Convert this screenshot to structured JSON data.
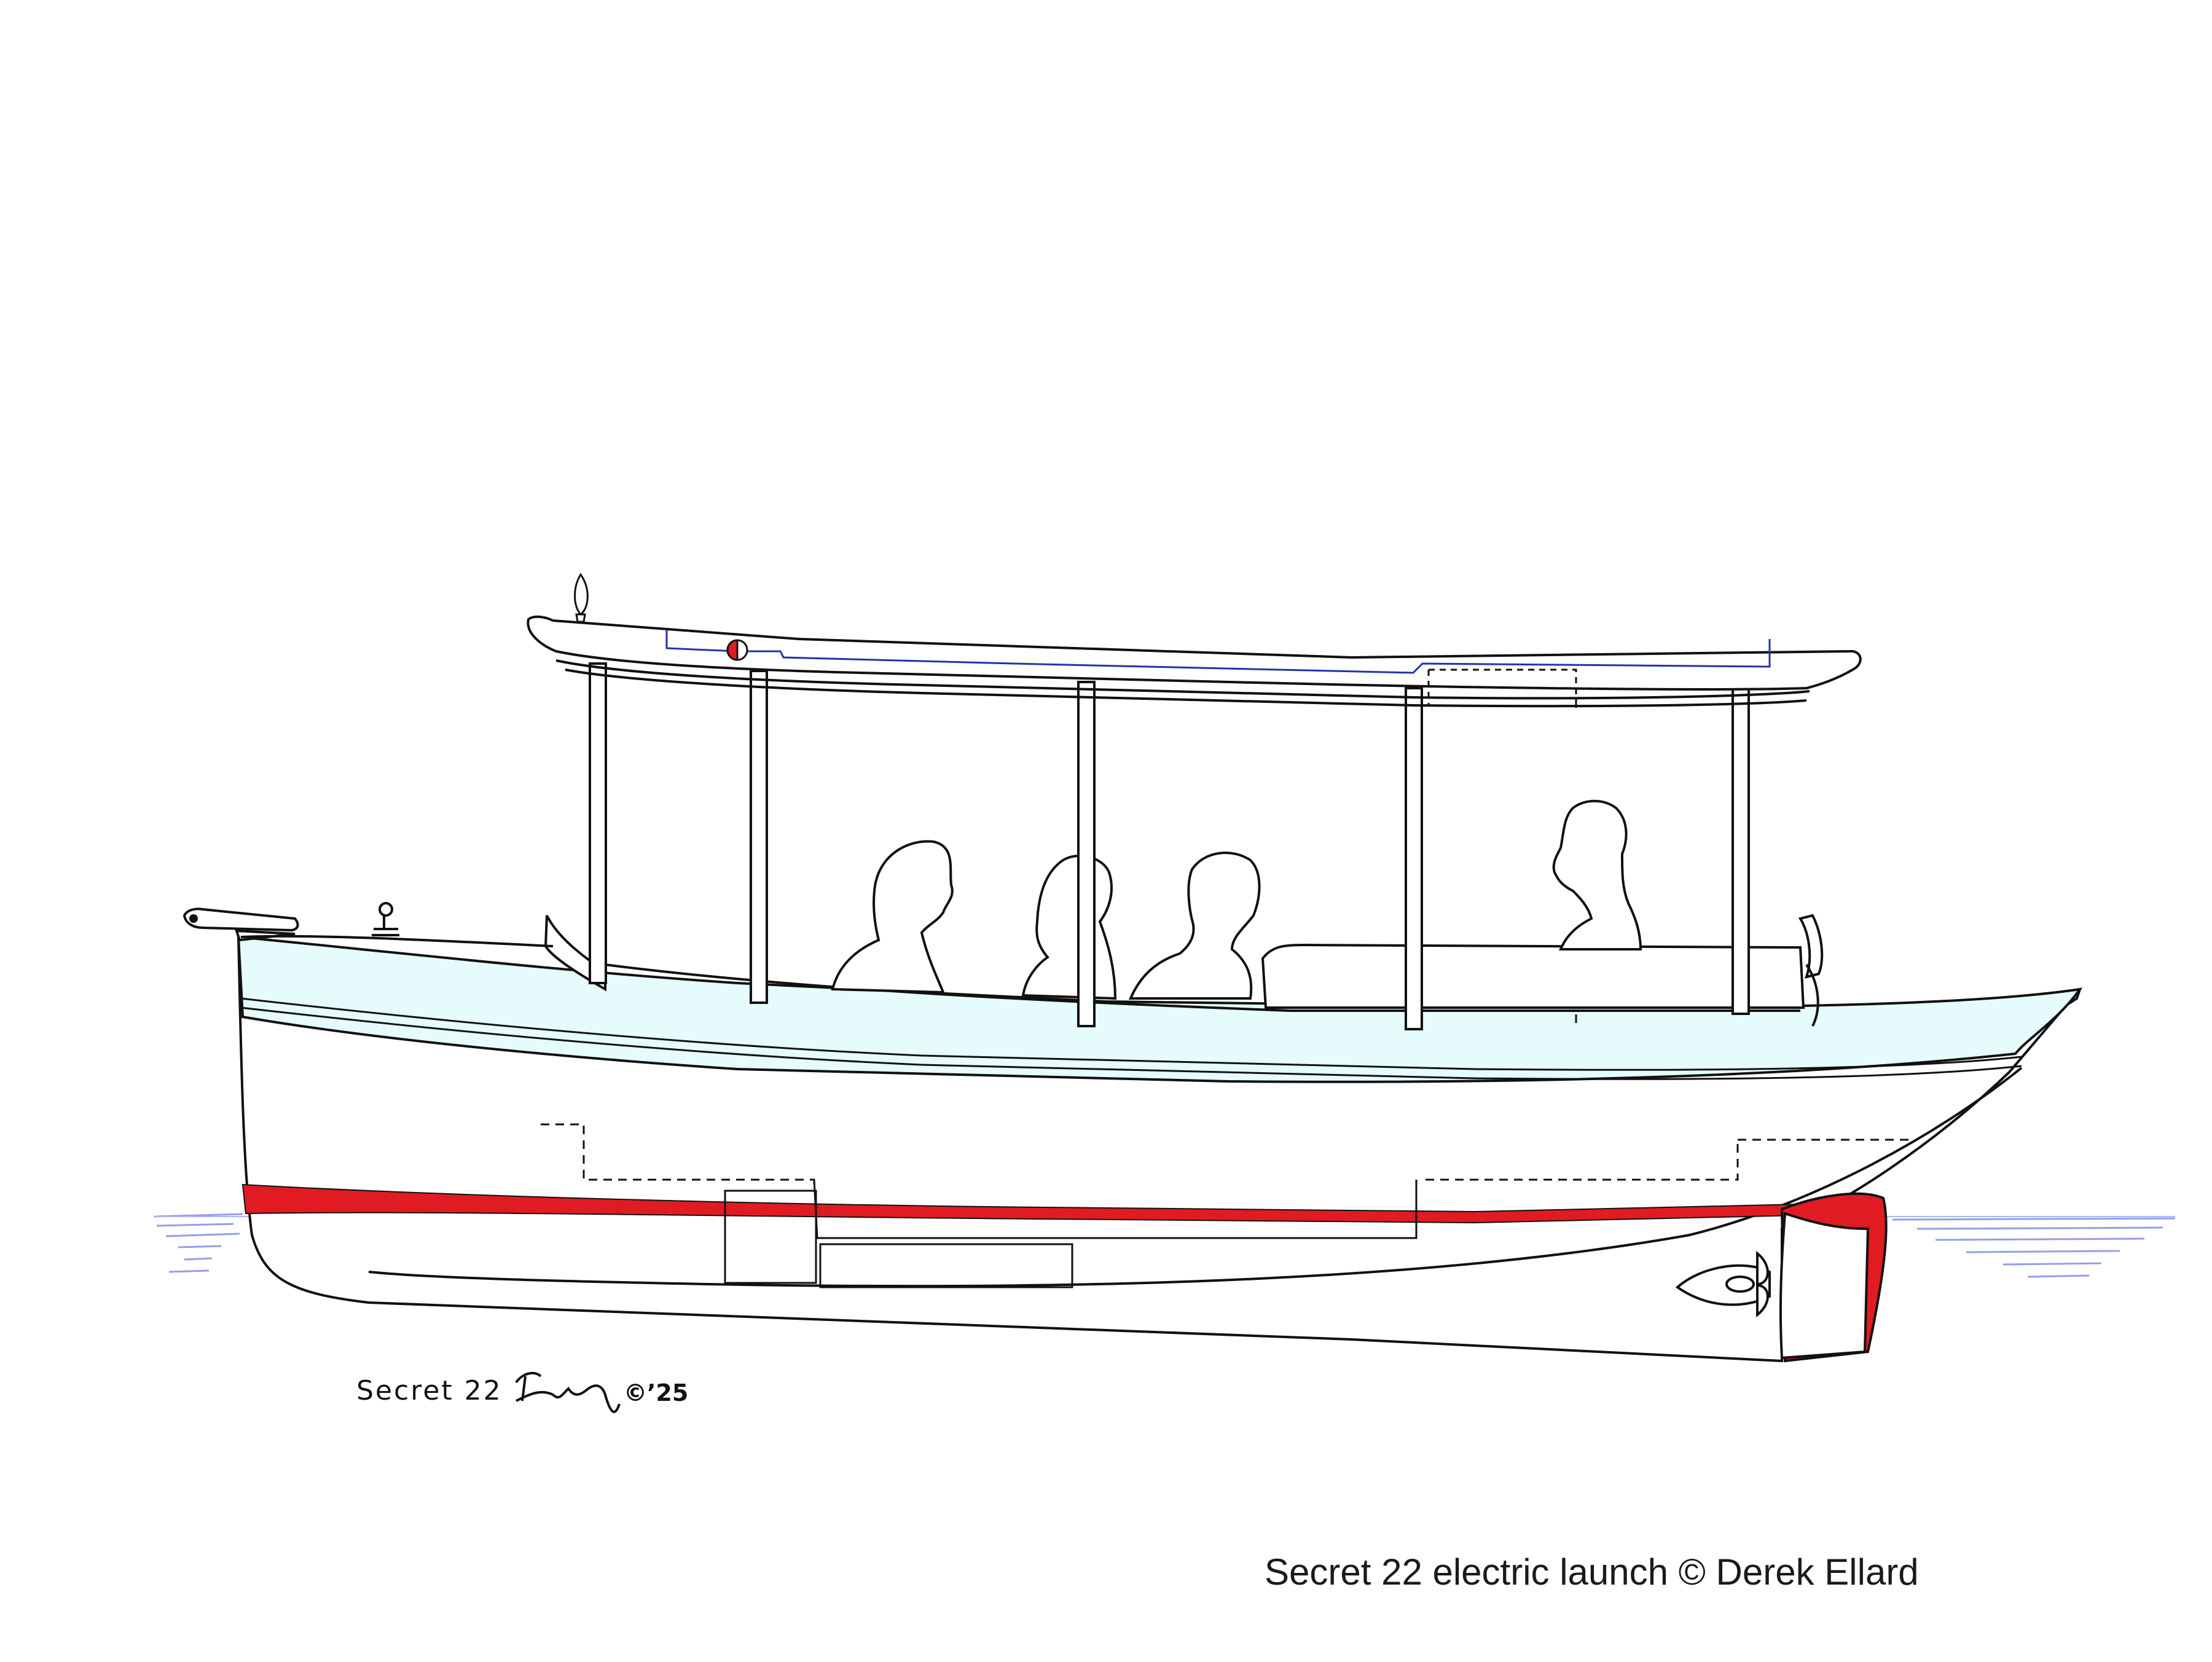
{
  "drawing": {
    "signature_label": "Secret 22",
    "signature_mark": "DE",
    "signature_year": "©’25",
    "caption": "Secret 22 electric launch © Derek Ellard"
  },
  "colors": {
    "hull_white": "#ffffff",
    "sheer_strake": "#e6fbfb",
    "boot_stripe": "#e11b22",
    "rudder": "#e11b22",
    "canopy_wiring": "#2233aa",
    "waterline": "#3344cc",
    "ink": "#111111"
  },
  "icons": {
    "bow_light": "masthead-lamp-icon",
    "mooring_cleat": "cleat-icon",
    "navigation_light": "red-white-lamp-icon",
    "propeller": "propeller-icon"
  }
}
